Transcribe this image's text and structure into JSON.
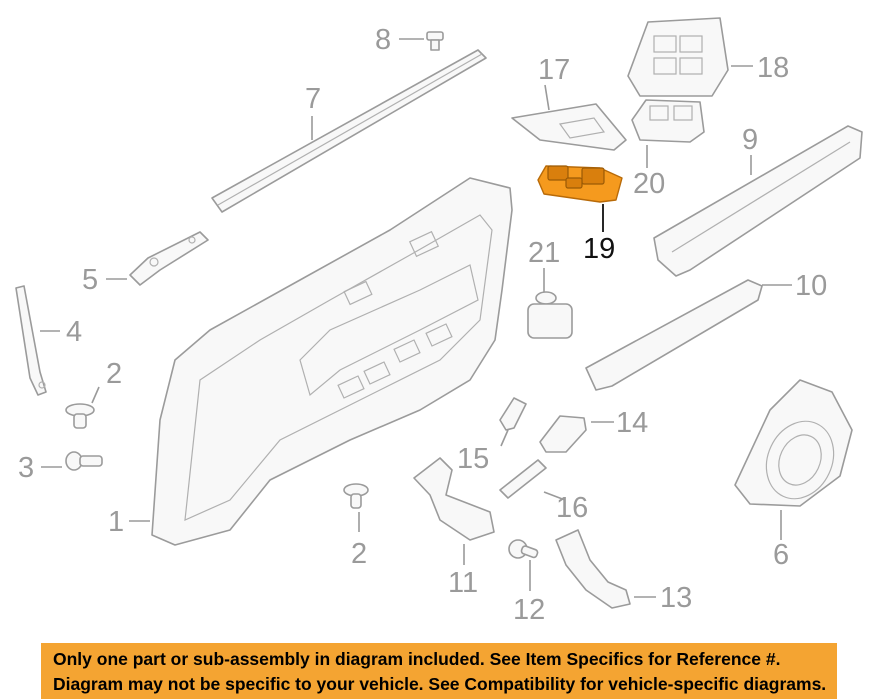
{
  "callouts": {
    "c1": "1",
    "c2a": "2",
    "c2b": "2",
    "c3": "3",
    "c4": "4",
    "c5": "5",
    "c6": "6",
    "c7": "7",
    "c8": "8",
    "c9": "9",
    "c10": "10",
    "c11": "11",
    "c12": "12",
    "c13": "13",
    "c14": "14",
    "c15": "15",
    "c16": "16",
    "c17": "17",
    "c18": "18",
    "c19": "19",
    "c20": "20",
    "c21": "21"
  },
  "highlighted_part": "19",
  "colors": {
    "highlight": "#f59a1e",
    "banner": "#f4a432",
    "line": "#9b9b9b"
  },
  "notice": {
    "line1": "Only one part or sub-assembly in diagram included. See Item Specifics for Reference #.",
    "line2": "Diagram may not be specific to your vehicle. See Compatibility for vehicle-specific diagrams."
  }
}
